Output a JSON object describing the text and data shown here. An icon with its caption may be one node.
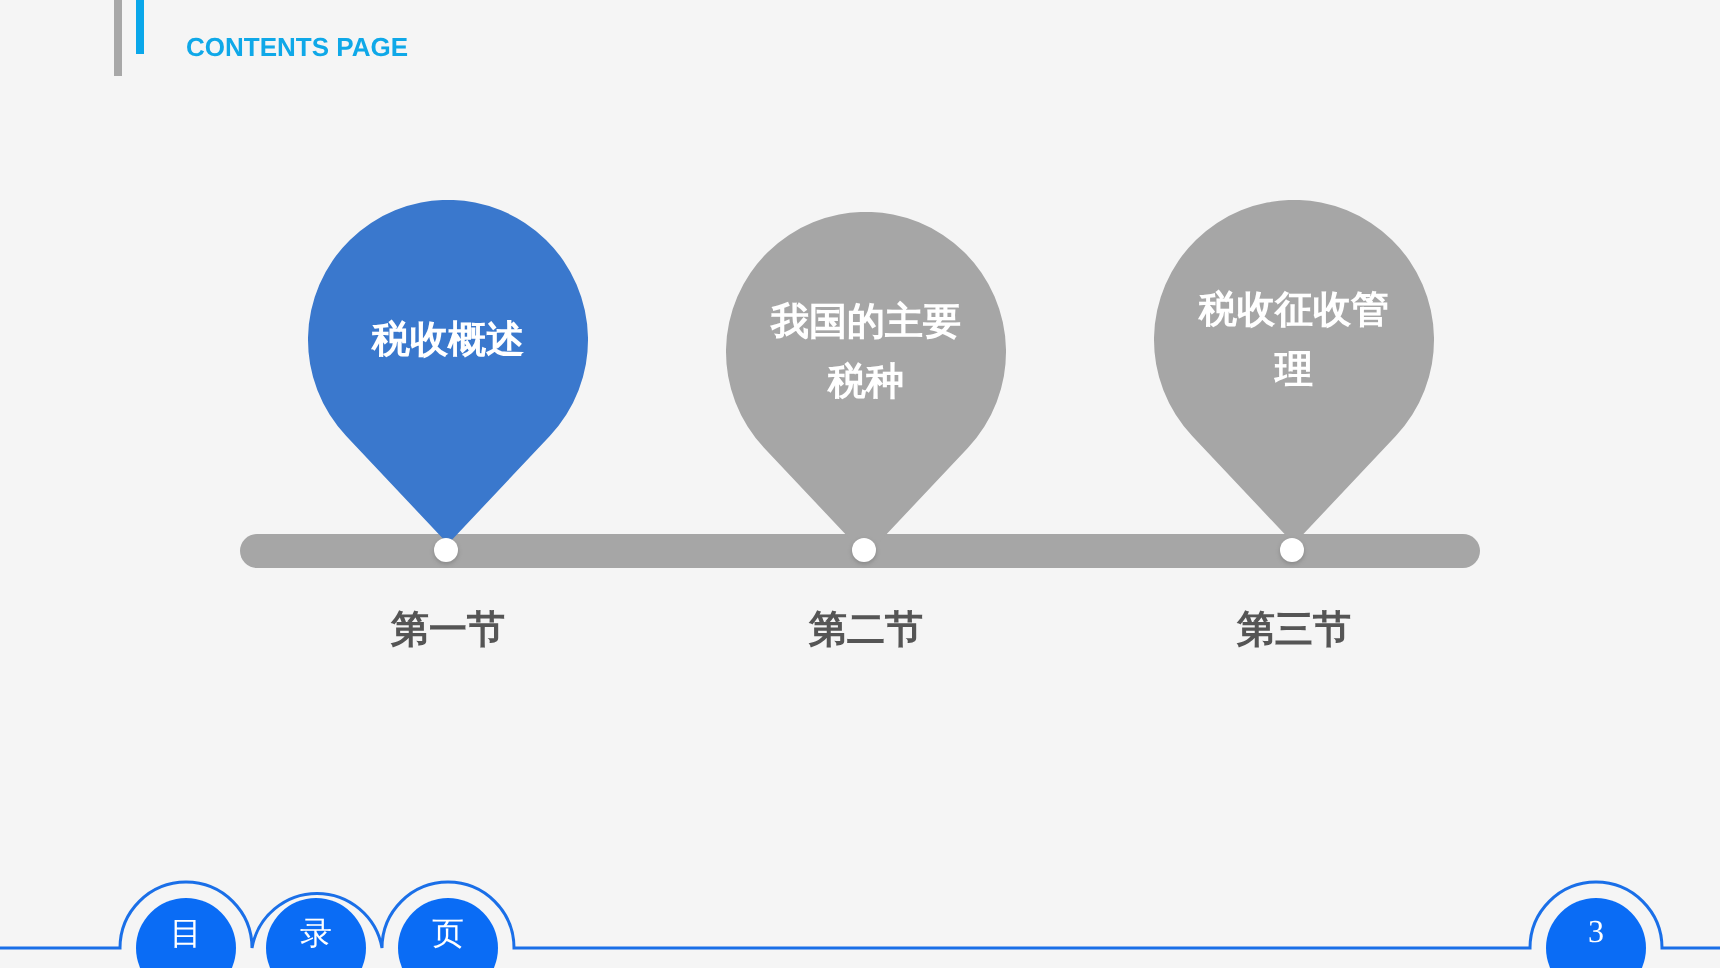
{
  "diagram": {
    "title": "CONTENTS PAGE",
    "nodes": [
      {
        "text": [
          "税收概述"
        ],
        "beside": [
          "第一节"
        ]
      },
      {
        "text": [
          "我国的主要税种"
        ],
        "beside": [
          "第二节"
        ]
      },
      {
        "text": [
          "税收征收管理"
        ],
        "beside": [
          "第三节"
        ]
      },
      {
        "text": [
          "目"
        ]
      },
      {
        "text": [
          "录"
        ]
      },
      {
        "text": [
          "页"
        ]
      },
      {
        "text": [
          "3"
        ]
      }
    ]
  }
}
